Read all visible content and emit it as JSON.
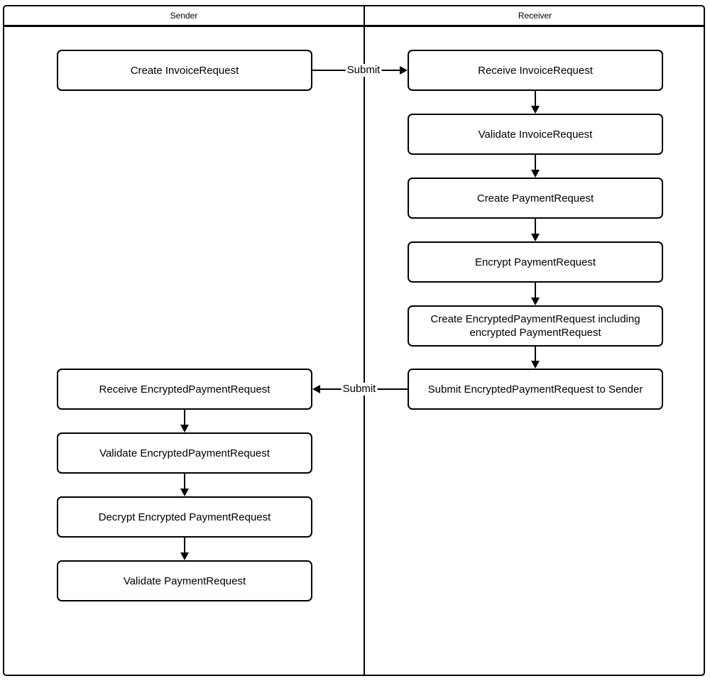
{
  "diagram": {
    "type": "swimlane-flowchart",
    "colors": {
      "stroke": "#000000",
      "background": "#ffffff"
    },
    "lanes": [
      {
        "title": "Sender"
      },
      {
        "title": "Receiver"
      }
    ],
    "nodes": {
      "create_invoice": "Create InvoiceRequest",
      "receive_invoice": "Receive InvoiceRequest",
      "validate_invoice": "Validate InvoiceRequest",
      "create_payment": "Create PaymentRequest",
      "encrypt_payment": "Encrypt PaymentRequest",
      "create_encrypted_payment": "Create EncryptedPaymentRequest including encrypted PaymentRequest",
      "submit_encrypted_payment": "Submit EncryptedPaymentRequest to Sender",
      "receive_encrypted_payment": "Receive EncryptedPaymentRequest",
      "validate_encrypted_payment": "Validate EncryptedPaymentRequest",
      "decrypt_encrypted_payment": "Decrypt Encrypted PaymentRequest",
      "validate_payment": "Validate PaymentRequest"
    },
    "edge_labels": {
      "submit_invoice": "Submit",
      "submit_payment": "Submit"
    }
  }
}
